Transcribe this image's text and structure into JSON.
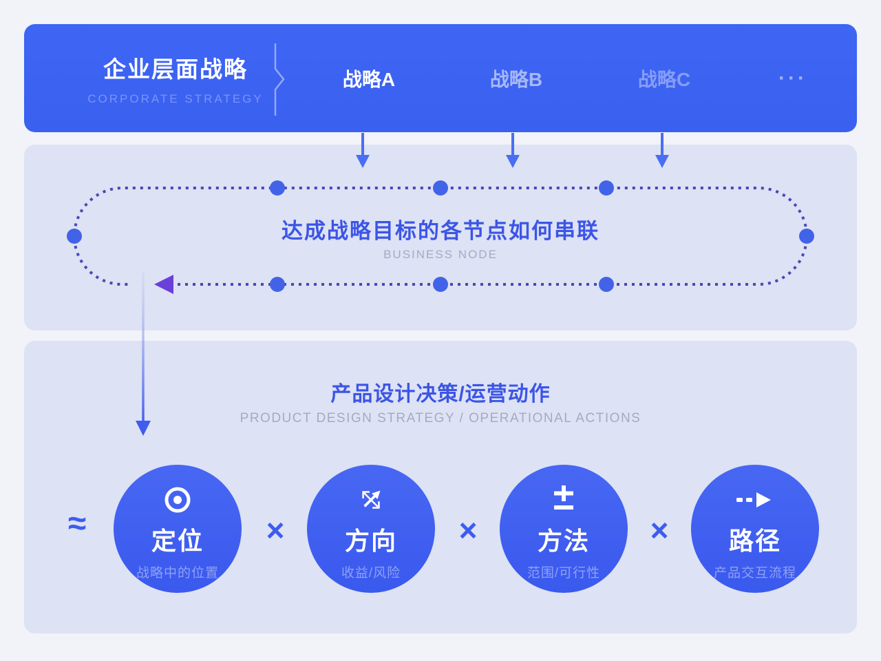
{
  "colors": {
    "accent_blue": "#3c63f2",
    "panel_bg": "#dde2f4",
    "page_bg": "#f2f3f8",
    "heading_blue": "#3c55e6",
    "muted_gray": "#a6aac2",
    "loop_dotted": "#4a47b5",
    "node_dot": "#4263e8",
    "purple_arrow": "#6b3fd9"
  },
  "top_bar": {
    "title": "企业层面战略",
    "subtitle": "CORPORATE STRATEGY",
    "strategies": [
      {
        "label": "战略A"
      },
      {
        "label": "战略B"
      },
      {
        "label": "战略C"
      },
      {
        "label": "···"
      }
    ]
  },
  "business_node": {
    "title": "达成战略目标的各节点如何串联",
    "subtitle": "BUSINESS NODE"
  },
  "product_section": {
    "title": "产品设计决策/运营动作",
    "subtitle": "PRODUCT DESIGN STRATEGY / OPERATIONAL ACTIONS",
    "approx_symbol": "≈",
    "multiply_symbol": "×",
    "factors": [
      {
        "icon": "target-icon",
        "label": "定位",
        "sublabel": "战略中的位置"
      },
      {
        "icon": "crossed-arrows-icon",
        "label": "方向",
        "sublabel": "收益/风险"
      },
      {
        "icon": "plus-minus-icon",
        "label": "方法",
        "sublabel": "范围/可行性"
      },
      {
        "icon": "dashed-arrow-icon",
        "label": "路径",
        "sublabel": "产品交互流程"
      }
    ]
  }
}
